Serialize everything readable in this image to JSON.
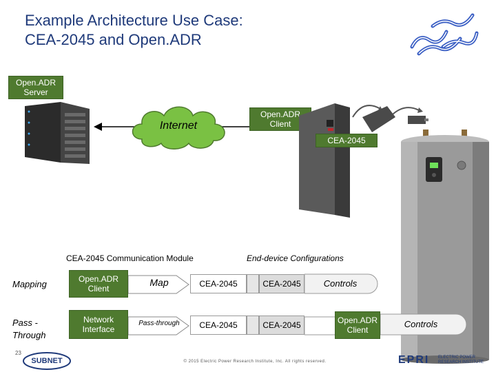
{
  "title": {
    "line1": "Example Architecture Use Case:",
    "line2": "CEA-2045 and Open.ADR"
  },
  "server_box": {
    "line1": "Open.ADR",
    "line2": "Server"
  },
  "internet_label": "Internet",
  "client_box": {
    "line1": "Open.ADR",
    "line2": "Client"
  },
  "cea_box": "CEA-2045",
  "module_heading": "CEA-2045 Communication Module",
  "config_heading": "End-device Configurations",
  "rows": [
    {
      "label_line1": "Mapping",
      "label_line2": "",
      "box1_line1": "Open.ADR",
      "box1_line2": "Client",
      "arrow_label": "Map",
      "box2": "CEA-2045",
      "box3": "CEA-2045",
      "end_line1": "Controls",
      "end_line2": ""
    },
    {
      "label_line1": "Pass -",
      "label_line2": "Through",
      "box1_line1": "Network",
      "box1_line2": "Interface",
      "arrow_label": "Pass-through",
      "box2": "CEA-2045",
      "box3": "CEA-2045",
      "end_line1": "Open.ADR",
      "end_line2": "Client",
      "extra": "Controls"
    }
  ],
  "slide_number": "23",
  "subnet_logo": "SUBNET",
  "copyright": "© 2015 Electric Power Research Institute, Inc. All rights reserved.",
  "epri_logo": "EPRI",
  "epri_tagline": {
    "line1": "ELECTRIC POWER",
    "line2": "RESEARCH INSTITUTE"
  },
  "colors": {
    "title": "#1f3a7a",
    "box_green": "#4f7a2f",
    "box_gray": "#dcdcdc",
    "cloud_green": "#7ac143",
    "navy": "#1f3a7a"
  }
}
